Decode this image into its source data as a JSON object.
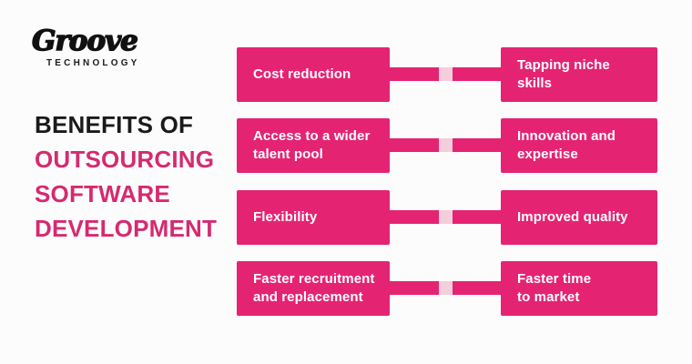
{
  "logo": {
    "brand": "Groove",
    "subtitle": "TECHNOLOGY"
  },
  "title": {
    "line1": "BENEFITS OF",
    "line2": "OUTSOURCING",
    "line3": "SOFTWARE",
    "line4": "DEVELOPMENT"
  },
  "colors": {
    "box_pink": "#e52373",
    "title_pink": "#d62a70",
    "title_black": "#1a1a1a",
    "connector_light": "#f4ceda",
    "background": "#fcfcfd",
    "box_text": "#ffffff"
  },
  "chart_data": {
    "type": "table",
    "title": "Benefits of Outsourcing Software Development",
    "pairs": [
      {
        "left": "Cost reduction",
        "right": "Tapping niche skills"
      },
      {
        "left": "Access to a wider talent pool",
        "right": "Innovation and expertise"
      },
      {
        "left": "Flexibility",
        "right": "Improved quality"
      },
      {
        "left": "Faster recruitment and replacement",
        "right": "Faster time to market"
      }
    ]
  },
  "rows": [
    {
      "left": "Cost reduction",
      "right": "Tapping niche\nskills"
    },
    {
      "left": "Access to a wider\ntalent pool",
      "right": "Innovation and\nexpertise"
    },
    {
      "left": "Flexibility",
      "right": "Improved quality"
    },
    {
      "left": "Faster recruitment\nand replacement",
      "right": "Faster time\nto market"
    }
  ]
}
